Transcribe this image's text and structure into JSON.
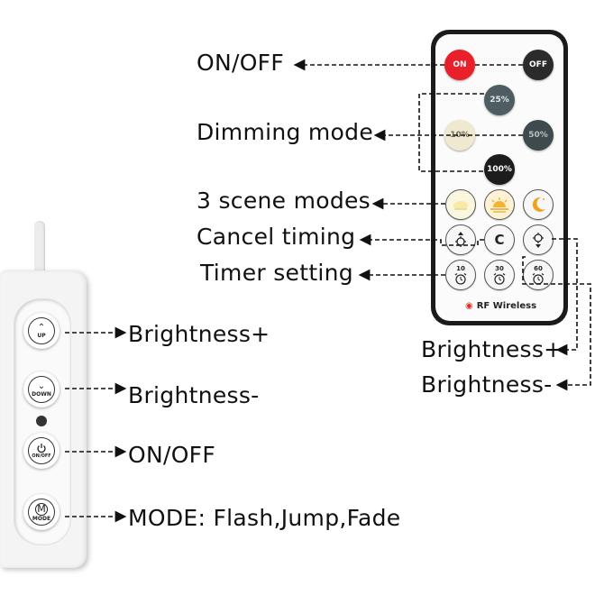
{
  "labels": {
    "on_off": "ON/OFF",
    "dimming_mode": "Dimming mode",
    "scene_modes": "3 scene modes",
    "cancel_timing": "Cancel timing",
    "timer_setting": "Timer setting",
    "remote_brightness_up": "Brightness+",
    "remote_brightness_down": "Brightness-",
    "ctrl_brightness_up": "Brightness+",
    "ctrl_brightness_down": "Brightness-",
    "ctrl_on_off": "ON/OFF",
    "ctrl_mode": "MODE: Flash,Jump,Fade"
  },
  "remote": {
    "on": "ON",
    "off": "OFF",
    "dim_25": "25%",
    "dim_10": "10%",
    "dim_50": "50%",
    "dim_100": "100%",
    "cancel": "C",
    "timer_10": "10",
    "timer_30": "30",
    "timer_60": "60",
    "brand": "RF Wireless"
  },
  "controller": {
    "up": "UP",
    "down": "DOWN",
    "on_off": "ON/OFF",
    "mode": "MODE",
    "mode_letter": "M"
  },
  "colors": {
    "on_button": "#e8202a",
    "off_button": "#2b2b2b",
    "dim_25": "#4e5d62",
    "dim_10": "#efe9cf",
    "dim_50": "#3f4a4e",
    "dim_100": "#1c1c1c",
    "scene_warm_moon": "#f0a21c"
  }
}
